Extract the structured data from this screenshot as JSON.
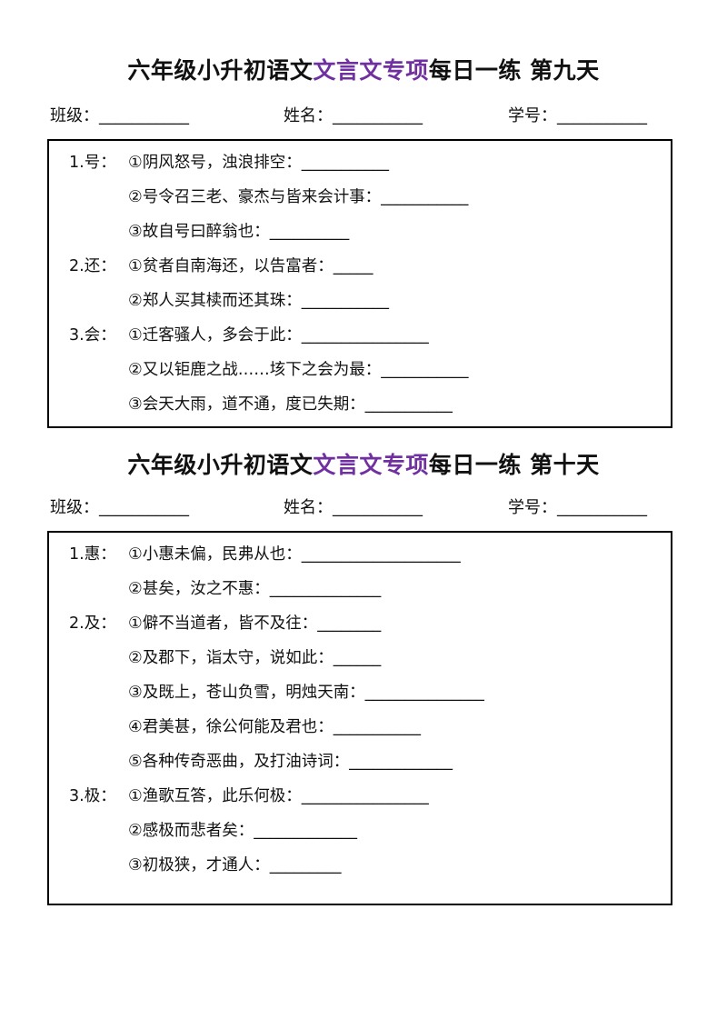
{
  "sections": [
    {
      "title": {
        "pre": "六年级小升初语文",
        "hl": "文言文专项",
        "post": "每日一练  第九天"
      },
      "info": {
        "class_label": "班级：___________",
        "name_label": "姓名：___________",
        "id_label": "学号：___________"
      },
      "lines": [
        {
          "num": "1.号：",
          "text": "①阴风怒号，浊浪排空：___________"
        },
        {
          "num": "",
          "text": "②号令召三老、豪杰与皆来会计事：___________"
        },
        {
          "num": "",
          "text": "③故自号曰醉翁也：__________"
        },
        {
          "num": "2.还：",
          "text": "①贫者自南海还，以告富者：_____"
        },
        {
          "num": "",
          "text": "②郑人买其椟而还其珠：___________"
        },
        {
          "num": "3.会：",
          "text": "①迁客骚人，多会于此：________________"
        },
        {
          "num": "",
          "text": "②又以钜鹿之战……垓下之会为最：___________"
        },
        {
          "num": "",
          "text": "③会天大雨，道不通，度已失期：___________"
        }
      ]
    },
    {
      "title": {
        "pre": "六年级小升初语文",
        "hl": "文言文专项",
        "post": "每日一练  第十天"
      },
      "info": {
        "class_label": "班级：___________",
        "name_label": "姓名：___________",
        "id_label": "学号：___________"
      },
      "lines": [
        {
          "num": "1.惠：",
          "text": "①小惠未偏，民弗从也：____________________"
        },
        {
          "num": "",
          "text": "②甚矣，汝之不惠：______________"
        },
        {
          "num": "2.及：",
          "text": "①僻不当道者，皆不及往：________"
        },
        {
          "num": "",
          "text": "②及郡下，诣太守，说如此：______"
        },
        {
          "num": "",
          "text": "③及既上，苍山负雪，明烛天南：_______________"
        },
        {
          "num": "",
          "text": "④君美甚，徐公何能及君也：___________"
        },
        {
          "num": "",
          "text": "⑤各种传奇恶曲，及打油诗词：_____________"
        },
        {
          "num": "3.极：",
          "text": "①渔歌互答，此乐何极：________________"
        },
        {
          "num": "",
          "text": "②感极而悲者矣：_____________"
        },
        {
          "num": "",
          "text": "③初极狭，才通人：_________"
        }
      ]
    }
  ]
}
